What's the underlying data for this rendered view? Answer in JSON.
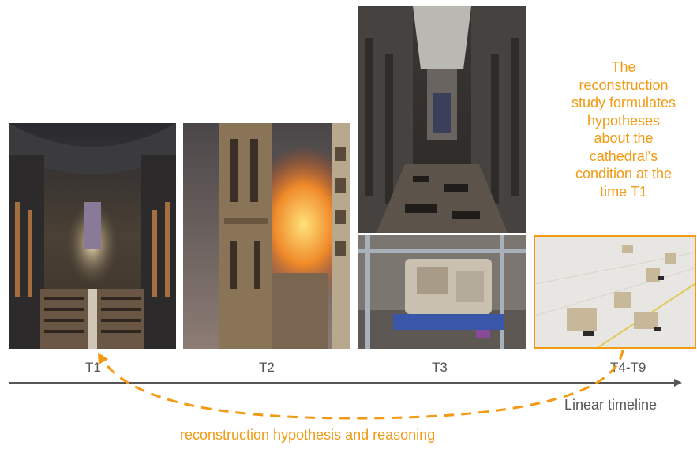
{
  "timeline": {
    "name": "Linear timeline",
    "stages": [
      {
        "label": "T1",
        "photo": "cathedral-interior-before-fire"
      },
      {
        "label": "T2",
        "photo": "cathedral-on-fire"
      },
      {
        "label": "T3",
        "photo": "cathedral-interior-after-fire"
      },
      {
        "label": "T4-T9",
        "photo": "recovered-stones-on-floor"
      }
    ],
    "extra_photo": "stones-on-pallet"
  },
  "annotation": {
    "lines": [
      "The",
      "reconstruction",
      "study formulates",
      "hypotheses",
      "about the",
      "cathedral's",
      "condition at the",
      "time T1"
    ]
  },
  "arrow": {
    "caption": "reconstruction hypothesis and reasoning"
  },
  "colors": {
    "accent": "#f29a12",
    "timeline": "#555555",
    "text": "#555555"
  }
}
